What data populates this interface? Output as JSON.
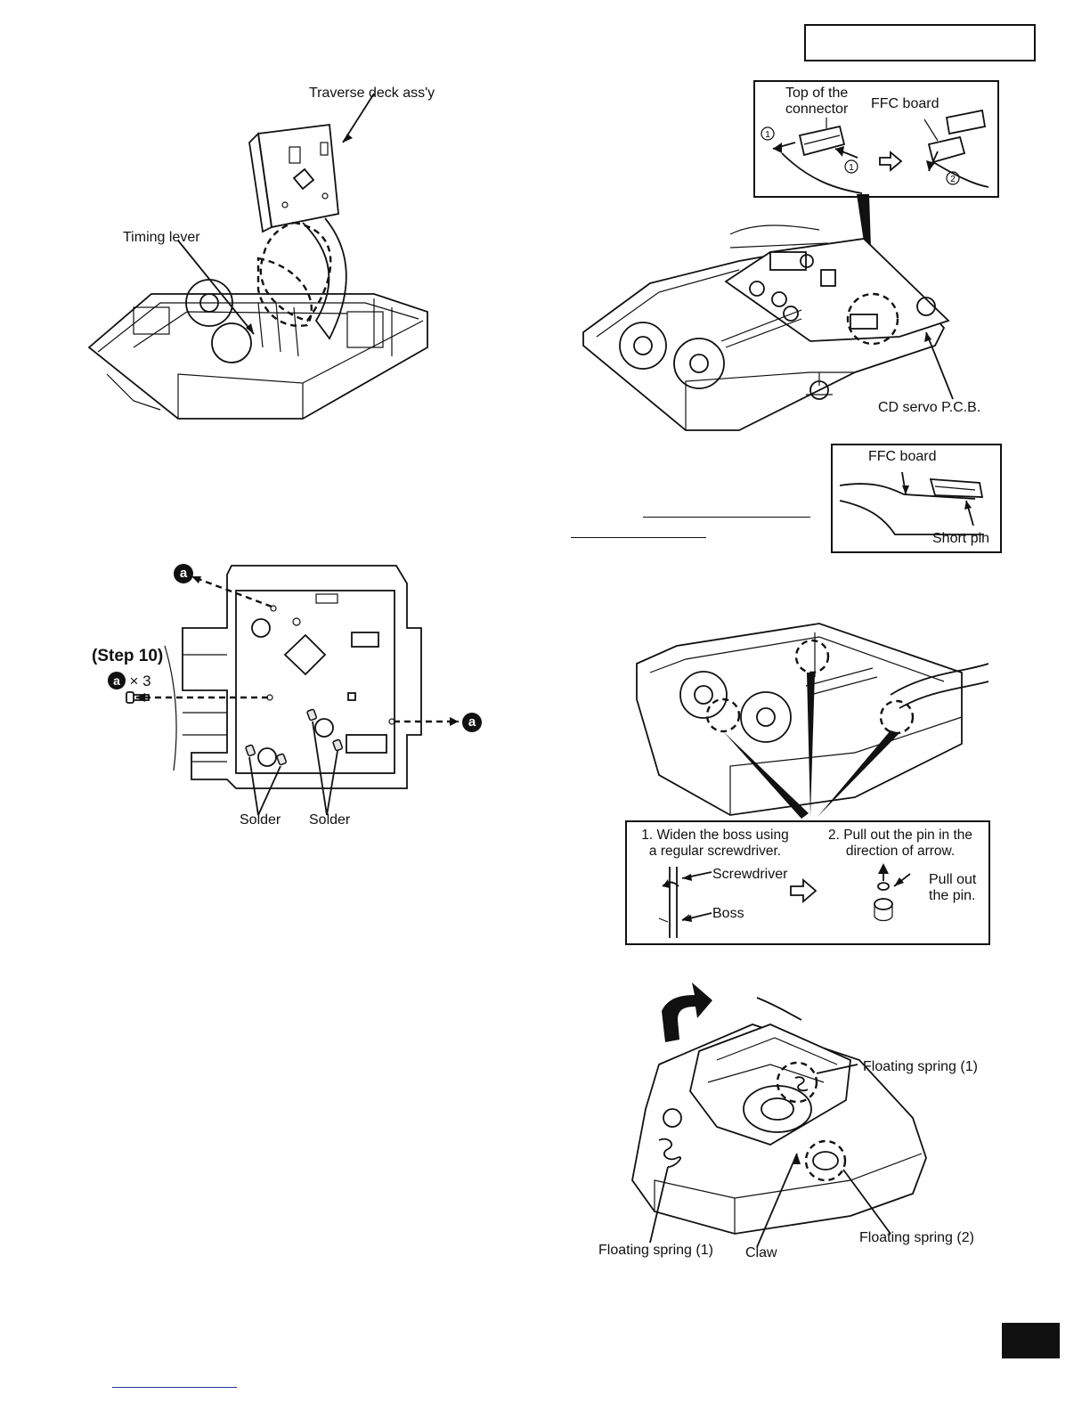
{
  "fig1": {
    "traverse_deck": "Traverse deck ass'y",
    "timing_lever": "Timing lever"
  },
  "fig2": {
    "top_of_connector_l1": "Top of the",
    "top_of_connector_l2": "connector",
    "ffc_board": "FFC board",
    "cd_servo": "CD servo P.C.B."
  },
  "fig3": {
    "ffc_board": "FFC board",
    "short_pin": "Short pin"
  },
  "fig4": {
    "screw_marker": "a",
    "step": "(Step 10)",
    "screw_count": "× 3",
    "solder_1": "Solder",
    "solder_2": "Solder"
  },
  "fig5": {
    "step1_l1": "1. Widen the boss using",
    "step1_l2": "a regular screwdriver.",
    "step2_l1": "2. Pull out the pin in the",
    "step2_l2": "direction of arrow.",
    "screwdriver": "Screwdriver",
    "boss": "Boss",
    "pull_out_l1": "Pull out",
    "pull_out_l2": "the pin."
  },
  "fig6": {
    "floating_spring_1_top": "Floating spring (1)",
    "floating_spring_2": "Floating spring (2)",
    "floating_spring_1_bottom": "Floating spring (1)",
    "claw": "Claw"
  }
}
